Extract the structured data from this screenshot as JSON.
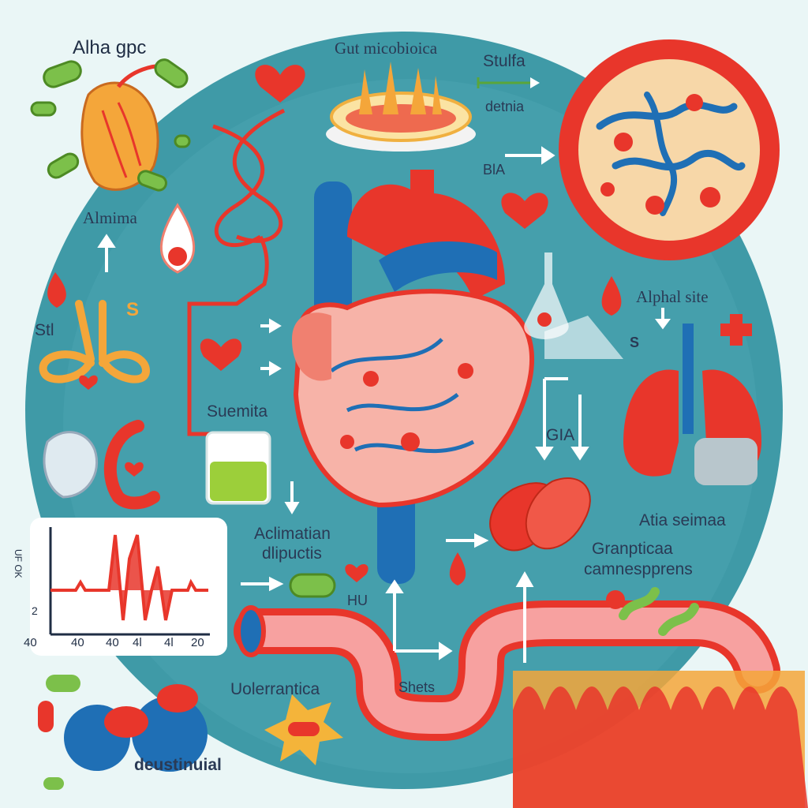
{
  "labels": {
    "alha_gpc": "Alha gpc",
    "gut_micobioica": "Gut micobioica",
    "stulfa": "Stulfa",
    "detnia": "detnia",
    "bla": "BlA",
    "almima": "Almima",
    "stl": "Stl",
    "s_left": "S",
    "suemita": "Suemita",
    "alphal_site": "Alphal site",
    "s_right": "S",
    "gia": "GIA",
    "acl_line1": "Aclimatian",
    "acl_line2": "dlipuctis",
    "atia_seimaa": "Atia seimaa",
    "gran_line1": "Granpticaa",
    "gran_line2": "camnespprens",
    "hu": "HU",
    "uolerrantica": "Uolerrantica",
    "shets": "Shets",
    "deustinuial": "deustinuial"
  },
  "ecg": {
    "y_ticks": [
      "UF OK",
      "2"
    ],
    "x_ticks": [
      "40",
      "40",
      "40",
      "4l",
      "4l",
      "20"
    ]
  },
  "colors": {
    "background": "#eaf6f6",
    "circle": "#3f9aa7",
    "artery_red": "#e8362b",
    "vein_blue": "#1f6fb5",
    "tissue_pink": "#f7b3a8",
    "label_text": "#2a3a55"
  }
}
